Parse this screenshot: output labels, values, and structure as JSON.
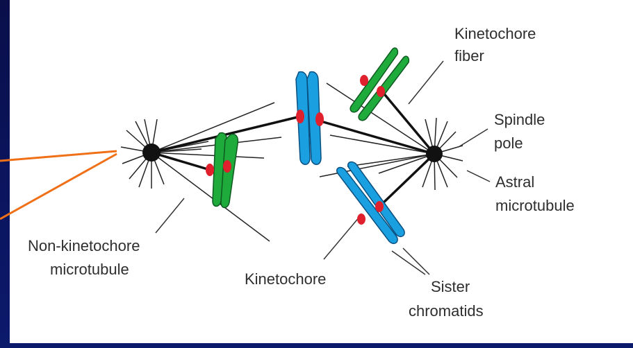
{
  "diagram": {
    "labels": {
      "kinetochore_fiber_1": "Kinetochore",
      "kinetochore_fiber_2": "fiber",
      "spindle_pole_1": "Spindle",
      "spindle_pole_2": "pole",
      "astral_1": "Astral",
      "astral_2": "microtubule",
      "non_kinetochore_1": "Non-kinetochore",
      "non_kinetochore_2": "microtubule",
      "kinetochore": "Kinetochore",
      "sister_1": "Sister",
      "sister_2": "chromatids"
    },
    "colors": {
      "background": "#0b1560",
      "panel": "#ffffff",
      "green_chromatid": "#1faa3c",
      "blue_chromatid": "#1aa0e0",
      "kinetochore_red": "#e0202c",
      "pole": "#111111",
      "pointer": "#f07018"
    }
  }
}
